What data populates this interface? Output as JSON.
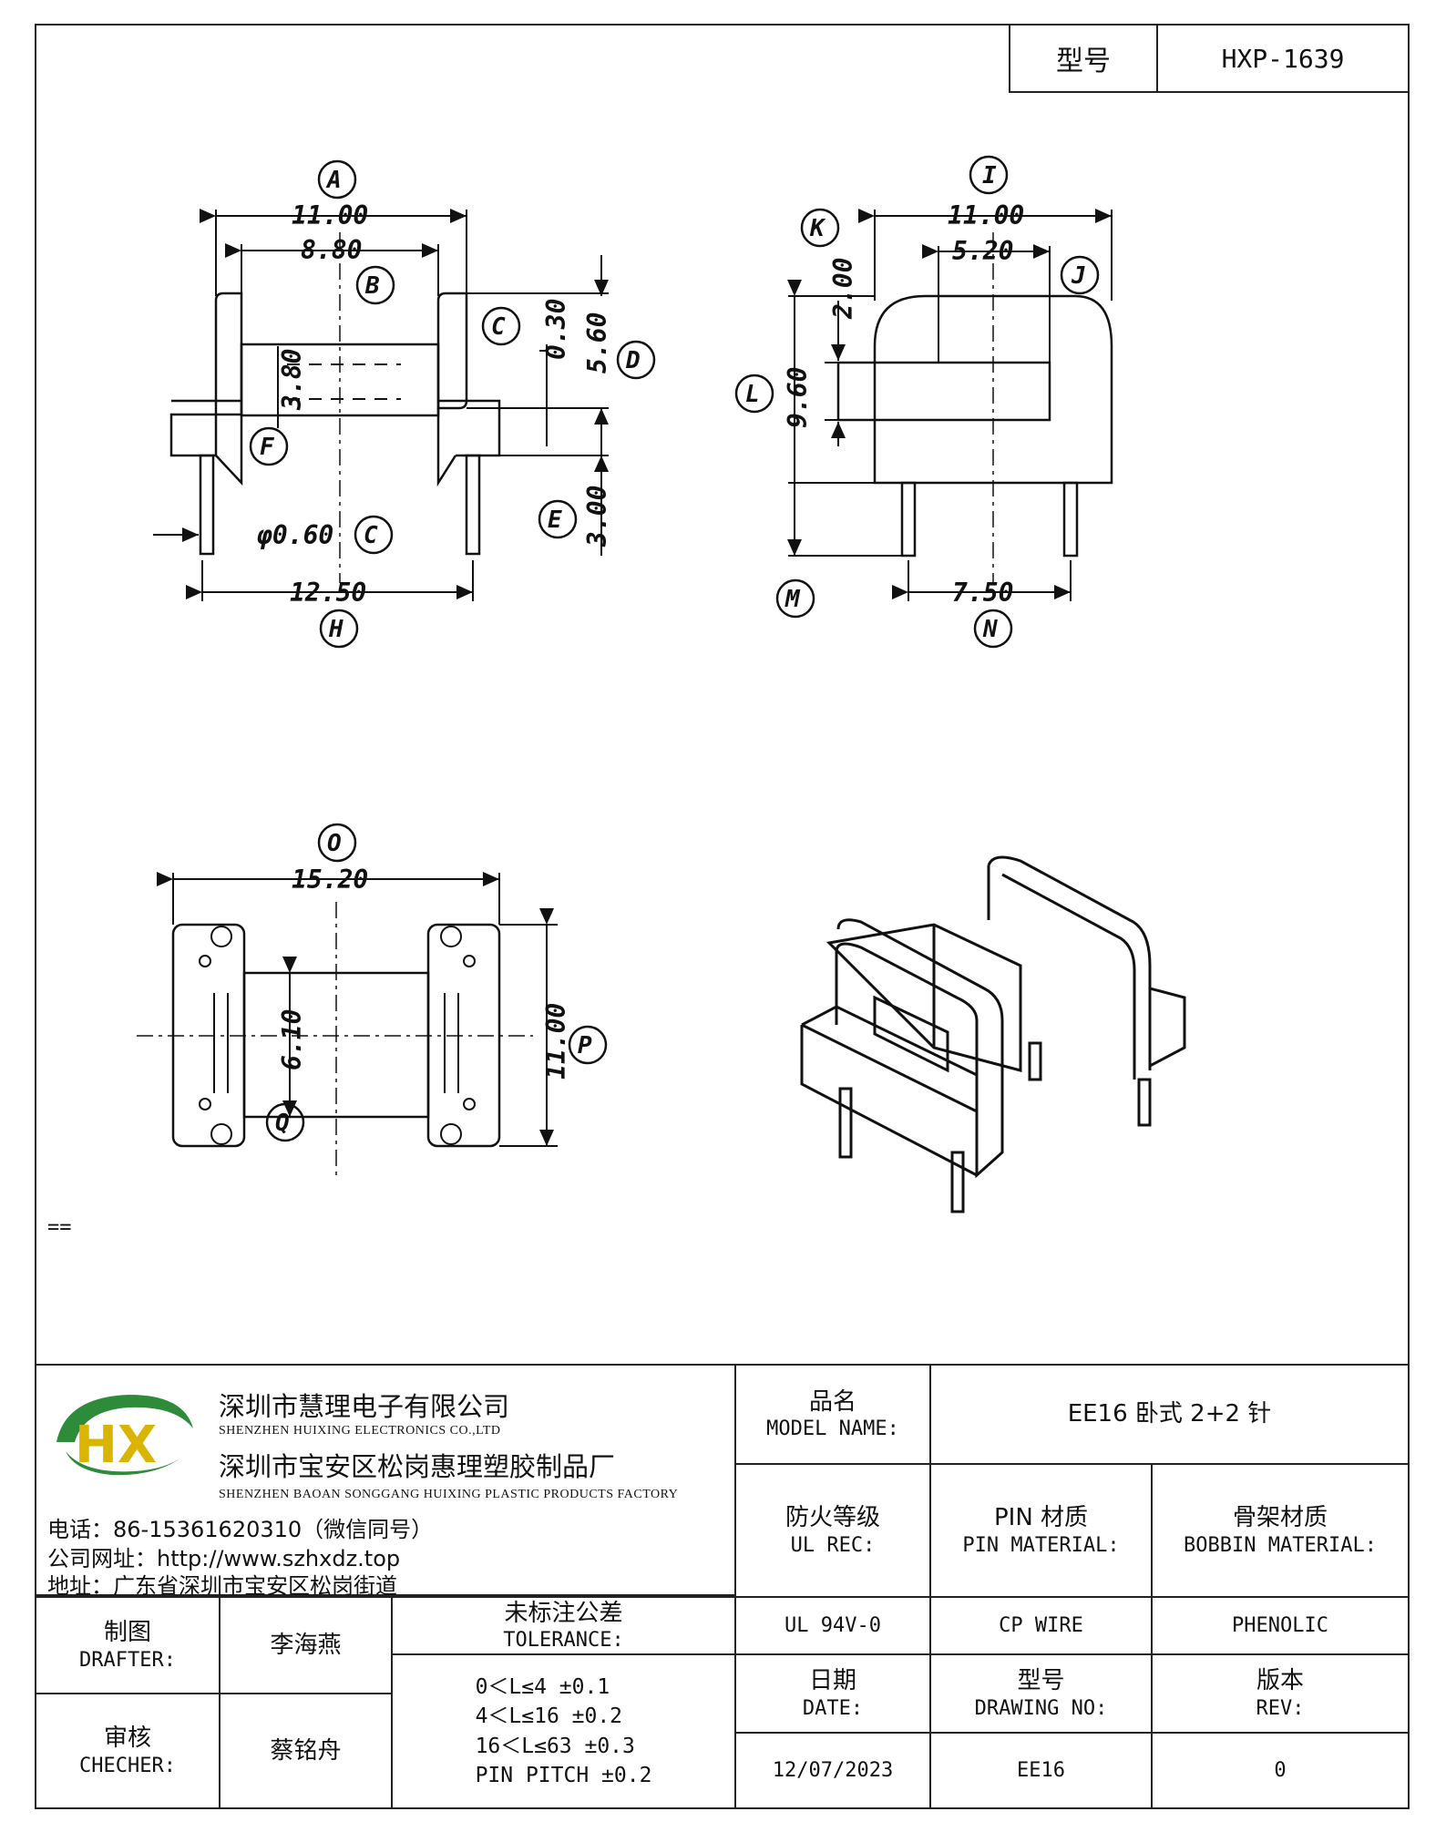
{
  "header": {
    "model_label": "型号",
    "model_value": "HXP-1639"
  },
  "drawing": {
    "dims": {
      "A": "11.00",
      "B": "8.80",
      "C_top": "0.30",
      "D": "5.60",
      "F": "3.80",
      "C_pin": "φ0.60",
      "E": "3.00",
      "H": "12.50",
      "I": "11.00",
      "J": "5.20",
      "K": "2.00",
      "L": "9.60",
      "N": "7.50",
      "O": "15.20",
      "Q": "6.10",
      "P": "11.00"
    },
    "callouts": [
      "A",
      "B",
      "C",
      "D",
      "F",
      "C",
      "E",
      "H",
      "I",
      "J",
      "K",
      "L",
      "M",
      "N",
      "O",
      "P",
      "Q"
    ],
    "eq_mark": "=="
  },
  "title_block": {
    "company": {
      "name_cn": "深圳市慧理电子有限公司",
      "name_en": "SHENZHEN HUIXING ELECTRONICS CO.,LTD",
      "factory_cn": "深圳市宝安区松岗惠理塑胶制品厂",
      "factory_en": "SHENZHEN BAOAN SONGGANG HUIXING PLASTIC PRODUCTS FACTORY",
      "phone": "电话：86-15361620310（微信同号）",
      "website": "公司网址：http://www.szhxdz.top",
      "address": "地址：广东省深圳市宝安区松岗街道",
      "logo_text": "HX"
    },
    "model_name": {
      "label_cn": "品名",
      "label_en": "MODEL NAME:",
      "value": "EE16 卧式 2+2 针"
    },
    "ul_rec": {
      "label_cn": "防火等级",
      "label_en": "UL REC:",
      "value": "UL 94V-0"
    },
    "pin_material": {
      "label_cn": "PIN 材质",
      "label_en": "PIN MATERIAL:",
      "value": "CP WIRE"
    },
    "bobbin_material": {
      "label_cn": "骨架材质",
      "label_en": "BOBBIN MATERIAL:",
      "value": "PHENOLIC"
    },
    "drafter": {
      "label_cn": "制图",
      "label_en": "DRAFTER:",
      "value": "李海燕"
    },
    "checker": {
      "label_cn": "审核",
      "label_en": "CHECHER:",
      "value": "蔡铭舟"
    },
    "tolerance": {
      "label_cn": "未标注公差",
      "label_en": "TOLERANCE:",
      "lines": [
        "0＜L≤4  ±0.1",
        "4＜L≤16 ±0.2",
        "16＜L≤63 ±0.3",
        "PIN PITCH ±0.2"
      ]
    },
    "date": {
      "label_cn": "日期",
      "label_en": "DATE:",
      "value": "12/07/2023"
    },
    "drawing_no": {
      "label_cn": "型号",
      "label_en": "DRAWING NO:",
      "value": "EE16"
    },
    "rev": {
      "label_cn": "版本",
      "label_en": "REV:",
      "value": "0"
    }
  }
}
